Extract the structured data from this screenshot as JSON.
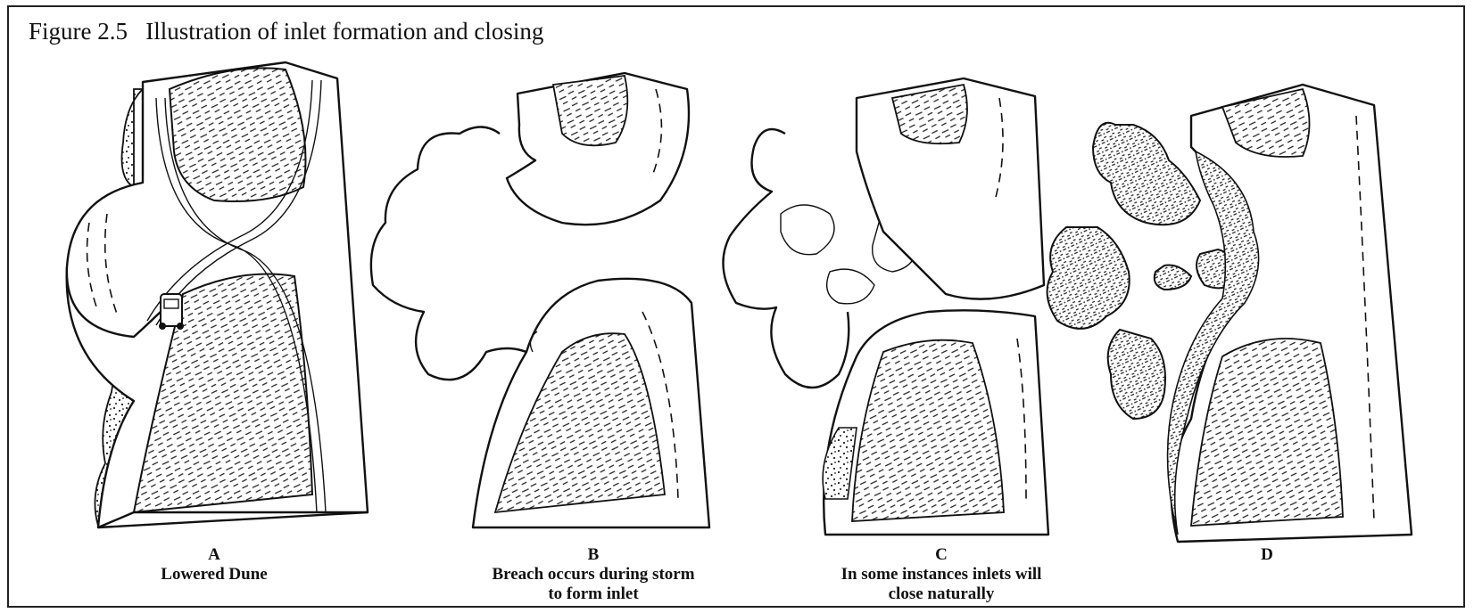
{
  "figure": {
    "title": "Figure 2.5   Illustration of inlet formation and closing",
    "panels": [
      {
        "letter": "A",
        "lines": [
          "Lowered Dune"
        ]
      },
      {
        "letter": "B",
        "lines": [
          "Breach occurs during storm",
          "to form inlet"
        ]
      },
      {
        "letter": "C",
        "lines": [
          "In some instances inlets will",
          "close naturally"
        ]
      },
      {
        "letter": "D",
        "lines": []
      }
    ]
  },
  "colors": {
    "ink": "#111111",
    "paper": "#ffffff"
  }
}
